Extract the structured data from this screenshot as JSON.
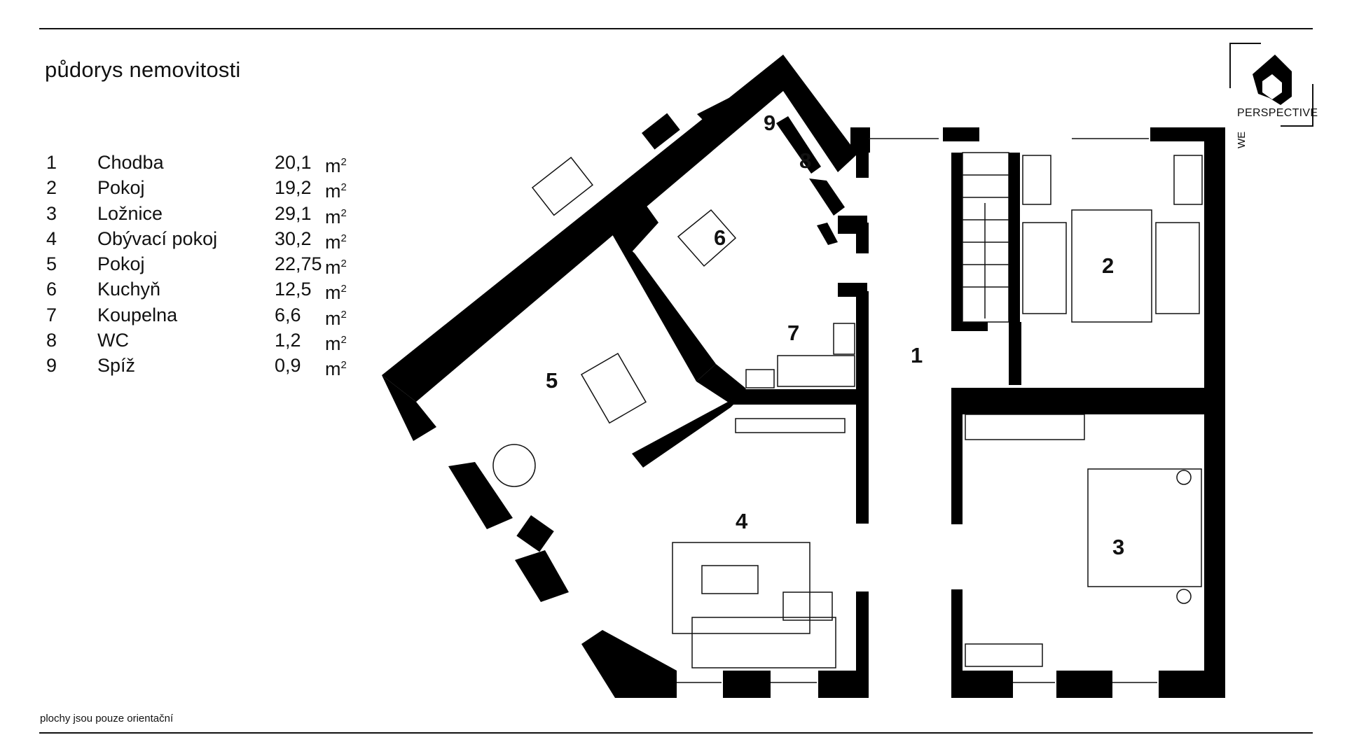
{
  "title": "půdorys nemovitosti",
  "legend": [
    {
      "num": "1",
      "name": "Chodba",
      "area": "20,1",
      "unit": "m",
      "sup": "2"
    },
    {
      "num": "2",
      "name": "Pokoj",
      "area": "19,2",
      "unit": "m",
      "sup": "2"
    },
    {
      "num": "3",
      "name": "Ložnice",
      "area": "29,1",
      "unit": "m",
      "sup": "2"
    },
    {
      "num": "4",
      "name": "Obývací pokoj",
      "area": "30,2",
      "unit": "m",
      "sup": "2"
    },
    {
      "num": "5",
      "name": "Pokoj",
      "area": "22,75",
      "unit": "m",
      "sup": "2"
    },
    {
      "num": "6",
      "name": "Kuchyň",
      "area": "12,5",
      "unit": "m",
      "sup": "2"
    },
    {
      "num": "7",
      "name": "Koupelna",
      "area": "6,6",
      "unit": "m",
      "sup": "2"
    },
    {
      "num": "8",
      "name": "WC",
      "area": "1,2",
      "unit": "m",
      "sup": "2"
    },
    {
      "num": "9",
      "name": "Spíž",
      "area": "0,9",
      "unit": "m",
      "sup": "2"
    }
  ],
  "rooms": {
    "r1": "1",
    "r2": "2",
    "r3": "3",
    "r4": "4",
    "r5": "5",
    "r6": "6",
    "r7": "7",
    "r8": "8",
    "r9": "9"
  },
  "footnote": "plochy jsou pouze orientační",
  "logo": {
    "line1": "WE",
    "line2": "PERSPECTIVE",
    "icon": "house-icon"
  },
  "colors": {
    "wall": "#000000",
    "background": "#ffffff"
  }
}
